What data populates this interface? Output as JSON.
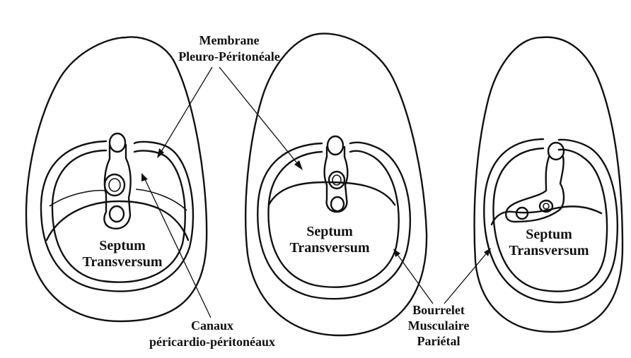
{
  "figure": {
    "labels": {
      "membrane_line1": "Membrane",
      "membrane_line2": "Pleuro-Péritonéale",
      "septum1_line1": "Septum",
      "septum1_line2": "Transversum",
      "septum2_line1": "Septum",
      "septum2_line2": "Transversum",
      "septum3_line1": "Septum",
      "septum3_line2": "Transversum",
      "canaux_line1": "Canaux",
      "canaux_line2": "péricardio-péritonéaux",
      "bourrelet_line1": "Bourrelet",
      "bourrelet_line2": "Musculaire",
      "bourrelet_line3": "Pariétal"
    }
  }
}
